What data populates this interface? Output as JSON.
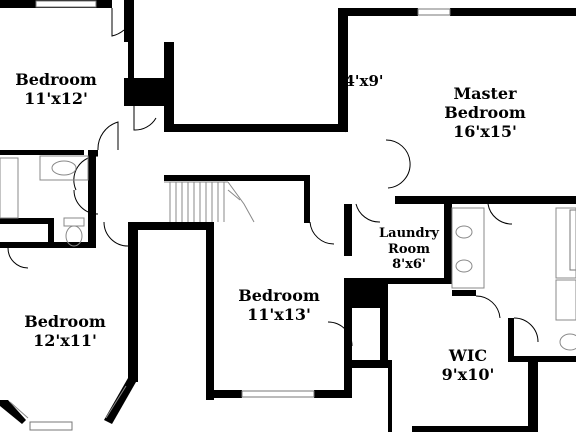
{
  "rooms": {
    "bedroom_tl": {
      "name": "Bedroom",
      "dims": "11'x12'"
    },
    "closet": {
      "name": "",
      "dims": "4'x9'"
    },
    "master": {
      "name": "Master Bedroom",
      "dims": "16'x15'"
    },
    "laundry": {
      "name": "Laundry Room",
      "dims": "8'x6'"
    },
    "bedroom_mid": {
      "name": "Bedroom",
      "dims": "11'x13'"
    },
    "bedroom_bl": {
      "name": "Bedroom",
      "dims": "12'x11'"
    },
    "wic": {
      "name": "WIC",
      "dims": "9'x10'"
    }
  },
  "colors": {
    "wall": "#000000",
    "fixture": "#888888",
    "background": "#ffffff"
  }
}
